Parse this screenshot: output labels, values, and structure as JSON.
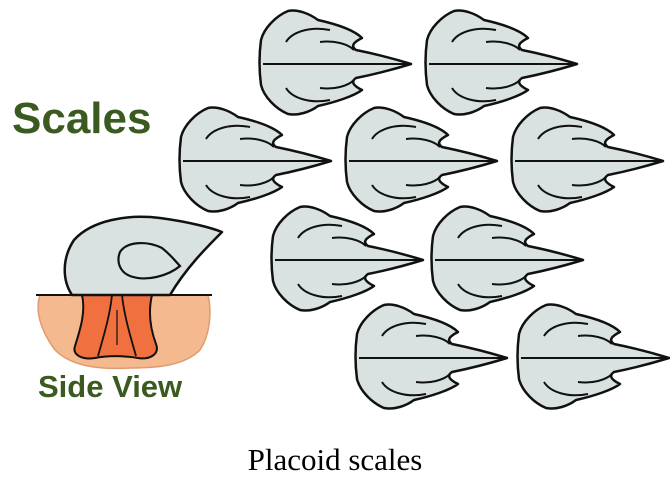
{
  "labels": {
    "scales": "Scales",
    "side_view": "Side View",
    "caption": "Placoid scales"
  },
  "colors": {
    "scale_fill": "#d9e1e1",
    "scale_stroke": "#111111",
    "label_green": "#3b5a1f",
    "tissue_peach": "#f5b98f",
    "tissue_orange": "#f07040"
  }
}
